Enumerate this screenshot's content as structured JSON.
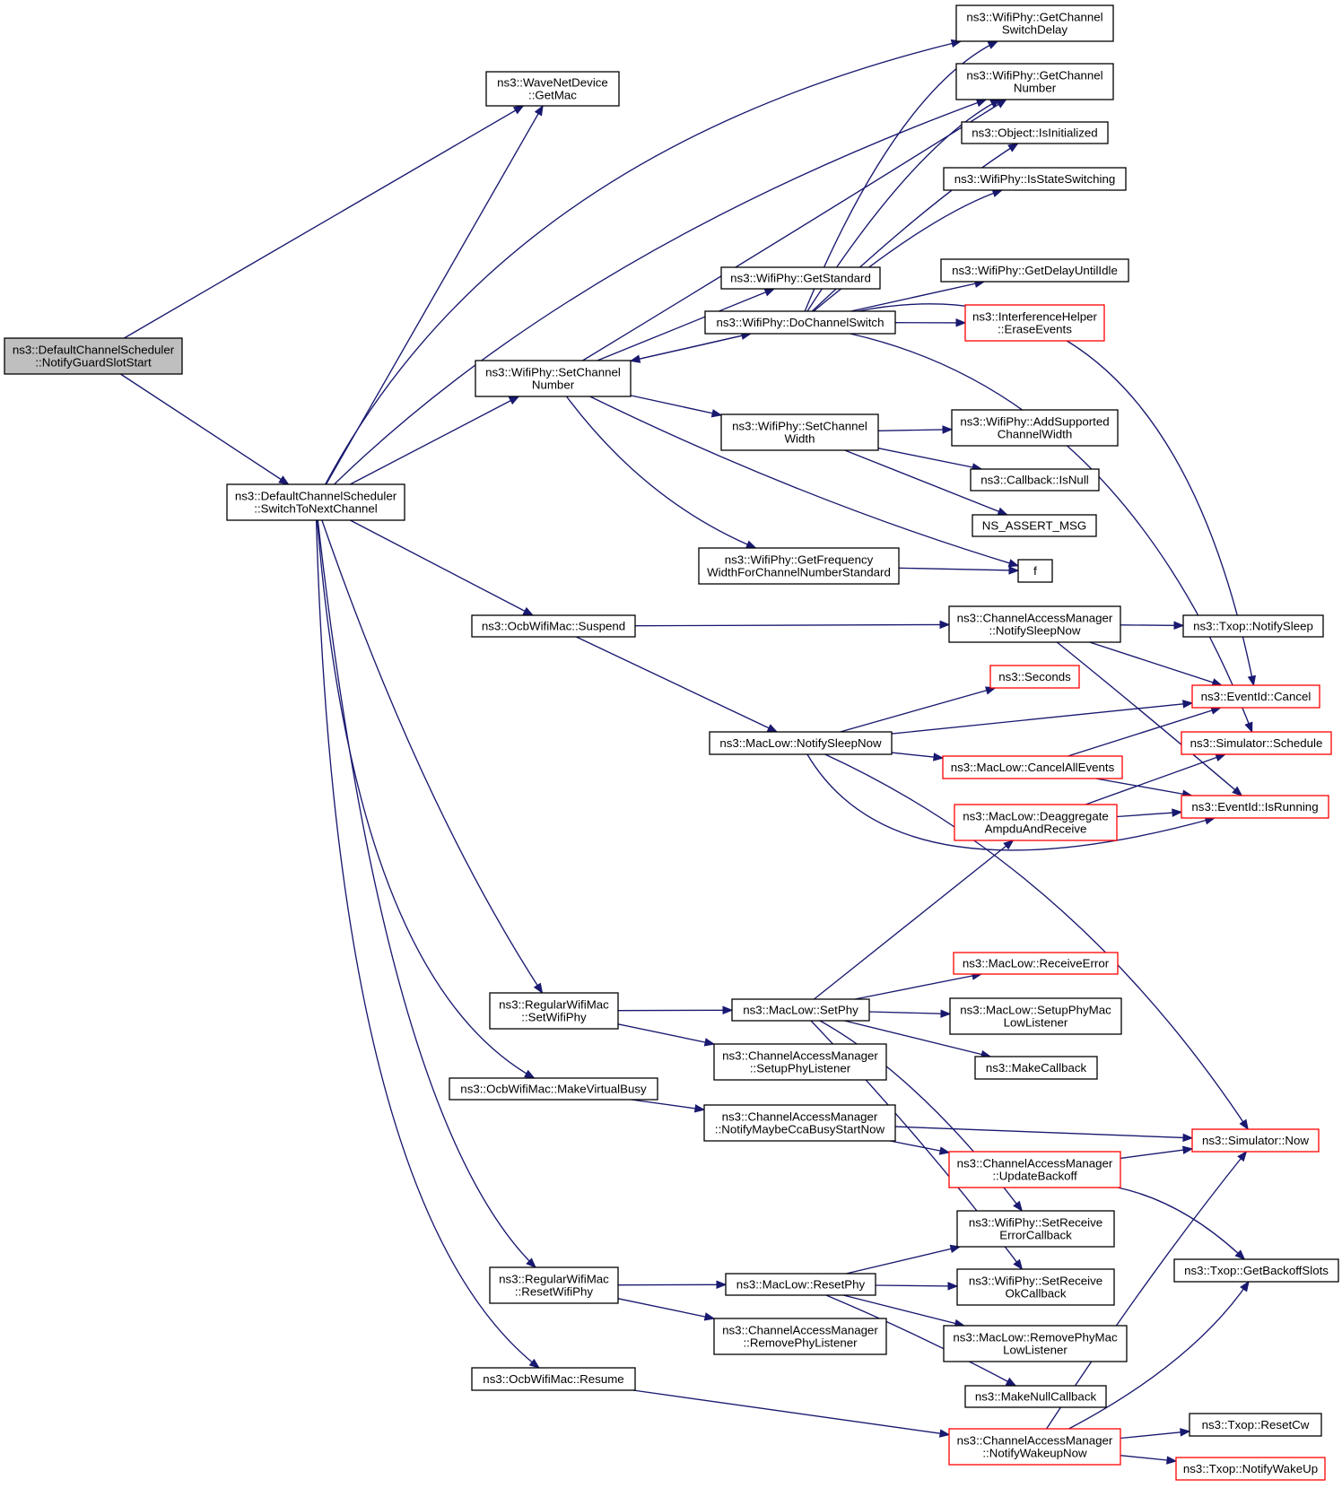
{
  "diagram": {
    "kind": "call-graph",
    "colors": {
      "edge": "#191970",
      "box_border_default": "#000000",
      "box_border_truncated": "#ff0000",
      "root_fill": "#bfbfbf",
      "box_fill": "#ffffff"
    },
    "nodes": [
      {
        "id": "root",
        "lines": [
          "ns3::DefaultChannelScheduler",
          "::NotifyGuardSlotStart"
        ],
        "style": "root"
      },
      {
        "id": "switchToNext",
        "lines": [
          "ns3::DefaultChannelScheduler",
          "::SwitchToNextChannel"
        ],
        "style": "normal"
      },
      {
        "id": "waveGetMac",
        "lines": [
          "ns3::WaveNetDevice",
          "::GetMac"
        ],
        "style": "normal"
      },
      {
        "id": "setChannelNumber",
        "lines": [
          "ns3::WifiPhy::SetChannel",
          "Number"
        ],
        "style": "normal"
      },
      {
        "id": "getStandard",
        "lines": [
          "ns3::WifiPhy::GetStandard"
        ],
        "style": "normal"
      },
      {
        "id": "doChannelSwitch",
        "lines": [
          "ns3::WifiPhy::DoChannelSwitch"
        ],
        "style": "normal"
      },
      {
        "id": "setChannelWidth",
        "lines": [
          "ns3::WifiPhy::SetChannel",
          "Width"
        ],
        "style": "normal"
      },
      {
        "id": "getFreqWidth",
        "lines": [
          "ns3::WifiPhy::GetFrequency",
          "WidthForChannelNumberStandard"
        ],
        "style": "normal"
      },
      {
        "id": "getSwitchDelay",
        "lines": [
          "ns3::WifiPhy::GetChannel",
          "SwitchDelay"
        ],
        "style": "normal"
      },
      {
        "id": "getChannelNumber",
        "lines": [
          "ns3::WifiPhy::GetChannel",
          "Number"
        ],
        "style": "normal"
      },
      {
        "id": "isInitialized",
        "lines": [
          "ns3::Object::IsInitialized"
        ],
        "style": "normal"
      },
      {
        "id": "isStateSwitching",
        "lines": [
          "ns3::WifiPhy::IsStateSwitching"
        ],
        "style": "normal"
      },
      {
        "id": "getDelayUntilIdle",
        "lines": [
          "ns3::WifiPhy::GetDelayUntilIdle"
        ],
        "style": "normal"
      },
      {
        "id": "eraseEvents",
        "lines": [
          "ns3::InterferenceHelper",
          "::EraseEvents"
        ],
        "style": "truncated"
      },
      {
        "id": "addSupportedWidth",
        "lines": [
          "ns3::WifiPhy::AddSupported",
          "ChannelWidth"
        ],
        "style": "normal"
      },
      {
        "id": "callbackIsNull",
        "lines": [
          "ns3::Callback::IsNull"
        ],
        "style": "normal"
      },
      {
        "id": "nsAssertMsg",
        "lines": [
          "NS_ASSERT_MSG"
        ],
        "style": "normal"
      },
      {
        "id": "f",
        "lines": [
          "f"
        ],
        "style": "normal"
      },
      {
        "id": "ocbSuspend",
        "lines": [
          "ns3::OcbWifiMac::Suspend"
        ],
        "style": "normal"
      },
      {
        "id": "camNotifySleepNow",
        "lines": [
          "ns3::ChannelAccessManager",
          "::NotifySleepNow"
        ],
        "style": "normal"
      },
      {
        "id": "txopNotifySleep",
        "lines": [
          "ns3::Txop::NotifySleep"
        ],
        "style": "normal"
      },
      {
        "id": "seconds",
        "lines": [
          "ns3::Seconds"
        ],
        "style": "truncated"
      },
      {
        "id": "eventCancel",
        "lines": [
          "ns3::EventId::Cancel"
        ],
        "style": "truncated"
      },
      {
        "id": "macLowNotifySleepNow",
        "lines": [
          "ns3::MacLow::NotifySleepNow"
        ],
        "style": "normal"
      },
      {
        "id": "simSchedule",
        "lines": [
          "ns3::Simulator::Schedule"
        ],
        "style": "truncated"
      },
      {
        "id": "cancelAllEvents",
        "lines": [
          "ns3::MacLow::CancelAllEvents"
        ],
        "style": "truncated"
      },
      {
        "id": "deaggregate",
        "lines": [
          "ns3::MacLow::Deaggregate",
          "AmpduAndReceive"
        ],
        "style": "truncated"
      },
      {
        "id": "eventIsRunning",
        "lines": [
          "ns3::EventId::IsRunning"
        ],
        "style": "truncated"
      },
      {
        "id": "regSetWifiPhy",
        "lines": [
          "ns3::RegularWifiMac",
          "::SetWifiPhy"
        ],
        "style": "normal"
      },
      {
        "id": "macLowSetPhy",
        "lines": [
          "ns3::MacLow::SetPhy"
        ],
        "style": "normal"
      },
      {
        "id": "receiveError",
        "lines": [
          "ns3::MacLow::ReceiveError"
        ],
        "style": "truncated"
      },
      {
        "id": "setupPhyMacLowListener",
        "lines": [
          "ns3::MacLow::SetupPhyMac",
          "LowListener"
        ],
        "style": "normal"
      },
      {
        "id": "makeCallback",
        "lines": [
          "ns3::MakeCallback"
        ],
        "style": "normal"
      },
      {
        "id": "camSetupPhyListener",
        "lines": [
          "ns3::ChannelAccessManager",
          "::SetupPhyListener"
        ],
        "style": "normal"
      },
      {
        "id": "ocbMakeVirtualBusy",
        "lines": [
          "ns3::OcbWifiMac::MakeVirtualBusy"
        ],
        "style": "normal"
      },
      {
        "id": "camNotifyMaybeCca",
        "lines": [
          "ns3::ChannelAccessManager",
          "::NotifyMaybeCcaBusyStartNow"
        ],
        "style": "normal"
      },
      {
        "id": "simNow",
        "lines": [
          "ns3::Simulator::Now"
        ],
        "style": "truncated"
      },
      {
        "id": "camUpdateBackoff",
        "lines": [
          "ns3::ChannelAccessManager",
          "::UpdateBackoff"
        ],
        "style": "truncated"
      },
      {
        "id": "setReceiveErrorCb",
        "lines": [
          "ns3::WifiPhy::SetReceive",
          "ErrorCallback"
        ],
        "style": "normal"
      },
      {
        "id": "getBackoffSlots",
        "lines": [
          "ns3::Txop::GetBackoffSlots"
        ],
        "style": "normal"
      },
      {
        "id": "regResetWifiPhy",
        "lines": [
          "ns3::RegularWifiMac",
          "::ResetWifiPhy"
        ],
        "style": "normal"
      },
      {
        "id": "macLowResetPhy",
        "lines": [
          "ns3::MacLow::ResetPhy"
        ],
        "style": "normal"
      },
      {
        "id": "setReceiveOkCb",
        "lines": [
          "ns3::WifiPhy::SetReceive",
          "OkCallback"
        ],
        "style": "normal"
      },
      {
        "id": "camRemovePhyListener",
        "lines": [
          "ns3::ChannelAccessManager",
          "::RemovePhyListener"
        ],
        "style": "normal"
      },
      {
        "id": "removePhyMacLowListener",
        "lines": [
          "ns3::MacLow::RemovePhyMac",
          "LowListener"
        ],
        "style": "normal"
      },
      {
        "id": "makeNullCallback",
        "lines": [
          "ns3::MakeNullCallback"
        ],
        "style": "normal"
      },
      {
        "id": "ocbResume",
        "lines": [
          "ns3::OcbWifiMac::Resume"
        ],
        "style": "normal"
      },
      {
        "id": "camNotifyWakeupNow",
        "lines": [
          "ns3::ChannelAccessManager",
          "::NotifyWakeupNow"
        ],
        "style": "truncated"
      },
      {
        "id": "txopResetCw",
        "lines": [
          "ns3::Txop::ResetCw"
        ],
        "style": "normal"
      },
      {
        "id": "txopNotifyWakeUp",
        "lines": [
          "ns3::Txop::NotifyWakeUp"
        ],
        "style": "truncated"
      }
    ],
    "edges": [
      [
        "root",
        "waveGetMac"
      ],
      [
        "root",
        "switchToNext"
      ],
      [
        "switchToNext",
        "waveGetMac"
      ],
      [
        "switchToNext",
        "getSwitchDelay"
      ],
      [
        "switchToNext",
        "getChannelNumber"
      ],
      [
        "switchToNext",
        "setChannelNumber"
      ],
      [
        "switchToNext",
        "ocbSuspend"
      ],
      [
        "switchToNext",
        "regSetWifiPhy"
      ],
      [
        "switchToNext",
        "ocbMakeVirtualBusy"
      ],
      [
        "switchToNext",
        "regResetWifiPhy"
      ],
      [
        "switchToNext",
        "ocbResume"
      ],
      [
        "setChannelNumber",
        "getStandard"
      ],
      [
        "setChannelNumber",
        "doChannelSwitch"
      ],
      [
        "setChannelNumber",
        "setChannelWidth"
      ],
      [
        "setChannelNumber",
        "getFreqWidth"
      ],
      [
        "setChannelNumber",
        "f"
      ],
      [
        "setChannelNumber",
        "getChannelNumber"
      ],
      [
        "doChannelSwitch",
        "setChannelNumber"
      ],
      [
        "doChannelSwitch",
        "getSwitchDelay"
      ],
      [
        "doChannelSwitch",
        "getChannelNumber"
      ],
      [
        "doChannelSwitch",
        "isInitialized"
      ],
      [
        "doChannelSwitch",
        "isStateSwitching"
      ],
      [
        "doChannelSwitch",
        "getDelayUntilIdle"
      ],
      [
        "doChannelSwitch",
        "eraseEvents"
      ],
      [
        "doChannelSwitch",
        "eventCancel"
      ],
      [
        "doChannelSwitch",
        "simSchedule"
      ],
      [
        "setChannelWidth",
        "addSupportedWidth"
      ],
      [
        "setChannelWidth",
        "callbackIsNull"
      ],
      [
        "setChannelWidth",
        "nsAssertMsg"
      ],
      [
        "getFreqWidth",
        "f"
      ],
      [
        "ocbSuspend",
        "camNotifySleepNow"
      ],
      [
        "ocbSuspend",
        "macLowNotifySleepNow"
      ],
      [
        "camNotifySleepNow",
        "txopNotifySleep"
      ],
      [
        "camNotifySleepNow",
        "eventCancel"
      ],
      [
        "camNotifySleepNow",
        "eventIsRunning"
      ],
      [
        "macLowNotifySleepNow",
        "seconds"
      ],
      [
        "macLowNotifySleepNow",
        "eventCancel"
      ],
      [
        "macLowNotifySleepNow",
        "cancelAllEvents"
      ],
      [
        "macLowNotifySleepNow",
        "eventIsRunning"
      ],
      [
        "macLowNotifySleepNow",
        "simNow"
      ],
      [
        "cancelAllEvents",
        "eventCancel"
      ],
      [
        "cancelAllEvents",
        "eventIsRunning"
      ],
      [
        "deaggregate",
        "simSchedule"
      ],
      [
        "deaggregate",
        "eventIsRunning"
      ],
      [
        "regSetWifiPhy",
        "macLowSetPhy"
      ],
      [
        "regSetWifiPhy",
        "camSetupPhyListener"
      ],
      [
        "macLowSetPhy",
        "deaggregate"
      ],
      [
        "macLowSetPhy",
        "receiveError"
      ],
      [
        "macLowSetPhy",
        "setupPhyMacLowListener"
      ],
      [
        "macLowSetPhy",
        "makeCallback"
      ],
      [
        "macLowSetPhy",
        "setReceiveErrorCb"
      ],
      [
        "macLowSetPhy",
        "setReceiveOkCb"
      ],
      [
        "ocbMakeVirtualBusy",
        "camNotifyMaybeCca"
      ],
      [
        "camNotifyMaybeCca",
        "simNow"
      ],
      [
        "camNotifyMaybeCca",
        "camUpdateBackoff"
      ],
      [
        "camUpdateBackoff",
        "simNow"
      ],
      [
        "camUpdateBackoff",
        "getBackoffSlots"
      ],
      [
        "regResetWifiPhy",
        "macLowResetPhy"
      ],
      [
        "regResetWifiPhy",
        "camRemovePhyListener"
      ],
      [
        "macLowResetPhy",
        "setReceiveErrorCb"
      ],
      [
        "macLowResetPhy",
        "setReceiveOkCb"
      ],
      [
        "macLowResetPhy",
        "removePhyMacLowListener"
      ],
      [
        "macLowResetPhy",
        "makeNullCallback"
      ],
      [
        "ocbResume",
        "camNotifyWakeupNow"
      ],
      [
        "camNotifyWakeupNow",
        "simNow"
      ],
      [
        "camNotifyWakeupNow",
        "getBackoffSlots"
      ],
      [
        "camNotifyWakeupNow",
        "txopResetCw"
      ],
      [
        "camNotifyWakeupNow",
        "txopNotifyWakeUp"
      ]
    ]
  }
}
